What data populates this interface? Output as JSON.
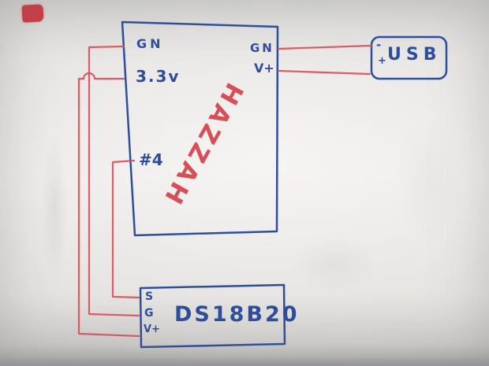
{
  "photo": {
    "surface": "whiteboard",
    "ink_blue": "#2e4e9c",
    "ink_red": "#d84e57",
    "marker_blob_color": "#cf3a44"
  },
  "board": {
    "name": "HAZZAH",
    "pins": {
      "gn_left": "GN",
      "v33": "3.3v",
      "gn_right": "GN",
      "v_plus": "V+",
      "gpio4": "#4"
    }
  },
  "usb": {
    "minus": "-",
    "plus": "+",
    "label": "USB"
  },
  "sensor": {
    "label": "DS18B20",
    "pins": {
      "s": "S",
      "g": "G",
      "v": "V+"
    }
  },
  "wires": [
    {
      "from": "board.GN(right)",
      "to": "usb.-"
    },
    {
      "from": "board.V+",
      "to": "usb.+"
    },
    {
      "from": "board.GN(left)",
      "to": "sensor.G"
    },
    {
      "from": "board.3.3v",
      "to": "sensor.V+"
    },
    {
      "from": "board.#4",
      "to": "sensor.S"
    }
  ]
}
